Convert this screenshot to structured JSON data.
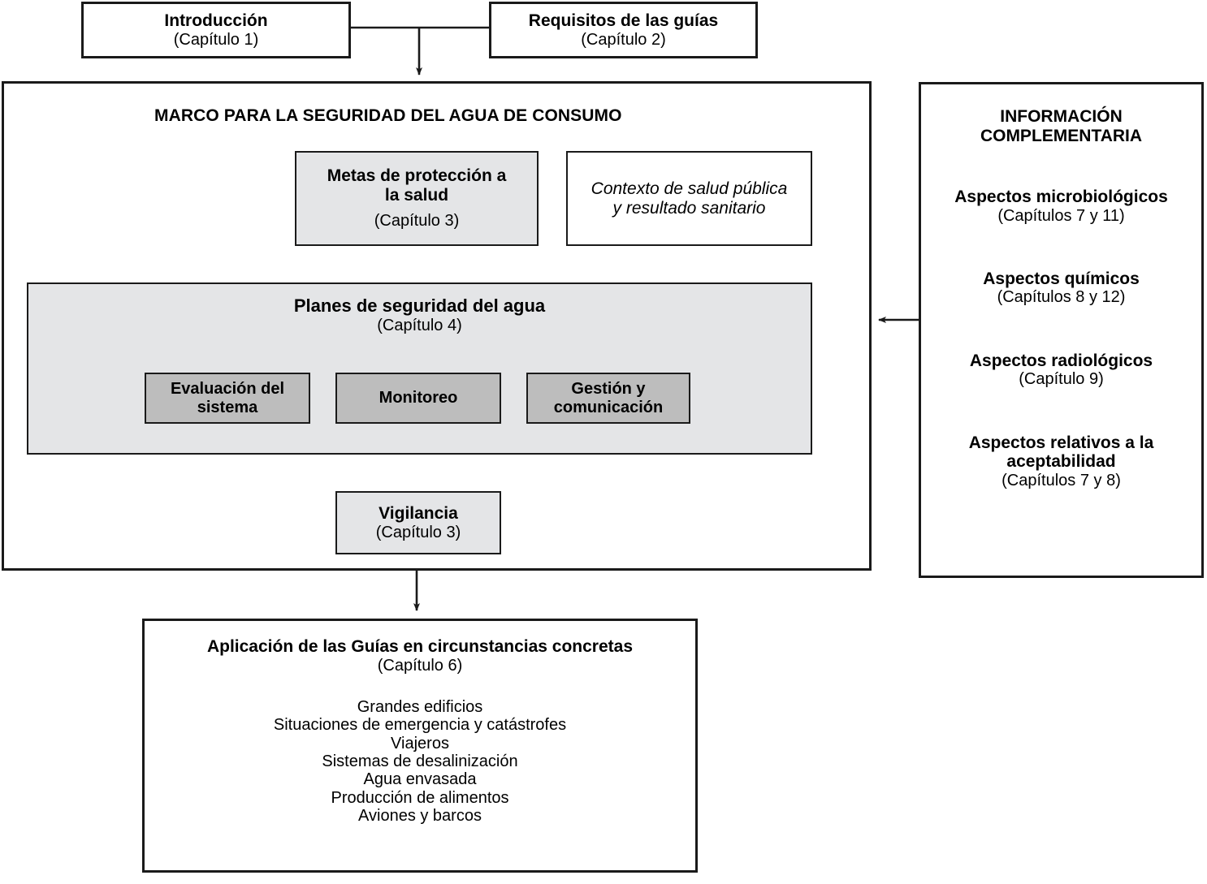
{
  "diagram": {
    "title": "Marco para la seguridad del agua de consumo",
    "top_row": [
      {
        "title": "Introducción",
        "chapter": "(Capítulo 1)"
      },
      {
        "title": "Requisitos de las guías",
        "chapter": "(Capítulo 2)"
      }
    ],
    "framework": {
      "heading": "MARCO PARA LA SEGURIDAD DEL AGUA DE CONSUMO",
      "health_targets": {
        "line1": "Metas de protección a",
        "line2": "la salud",
        "chapter": "(Capítulo 3)"
      },
      "public_health_context": {
        "line1": "Contexto de salud pública",
        "line2": "y resultado sanitario"
      },
      "water_safety_plans": {
        "title": "Planes de seguridad del agua",
        "chapter": "(Capítulo 4)",
        "components": [
          {
            "line1": "Evaluación del",
            "line2": "sistema"
          },
          {
            "line1": "Monitoreo",
            "line2": ""
          },
          {
            "line1": "Gestión y",
            "line2": "comunicación"
          }
        ]
      },
      "surveillance": {
        "title": "Vigilancia",
        "chapter": "(Capítulo 3)"
      }
    },
    "supplementary": {
      "heading_line1": "INFORMACIÓN",
      "heading_line2": "COMPLEMENTARIA",
      "items": [
        {
          "title": "Aspectos microbiológicos",
          "chapters": "(Capítulos 7 y 11)"
        },
        {
          "title": "Aspectos químicos",
          "chapters": "(Capítulos 8 y 12)"
        },
        {
          "title": "Aspectos radiológicos",
          "chapters": "(Capítulo 9)"
        },
        {
          "title_line1": "Aspectos relativos a la",
          "title_line2": "aceptabilidad",
          "chapters": "(Capítulos 7 y 8)"
        }
      ]
    },
    "application": {
      "title": "Aplicación de las Guías en circunstancias concretas",
      "chapter": "(Capítulo 6)",
      "items": [
        "Grandes edificios",
        "Situaciones de emergencia y catástrofes",
        "Viajeros",
        "Sistemas de desalinización",
        "Agua envasada",
        "Producción de alimentos",
        "Aviones y barcos"
      ]
    },
    "colors": {
      "stroke": "#1a1a1a",
      "shaded_fill": "#e4e5e7",
      "component_fill": "#bdbdbd",
      "background": "#ffffff"
    }
  }
}
